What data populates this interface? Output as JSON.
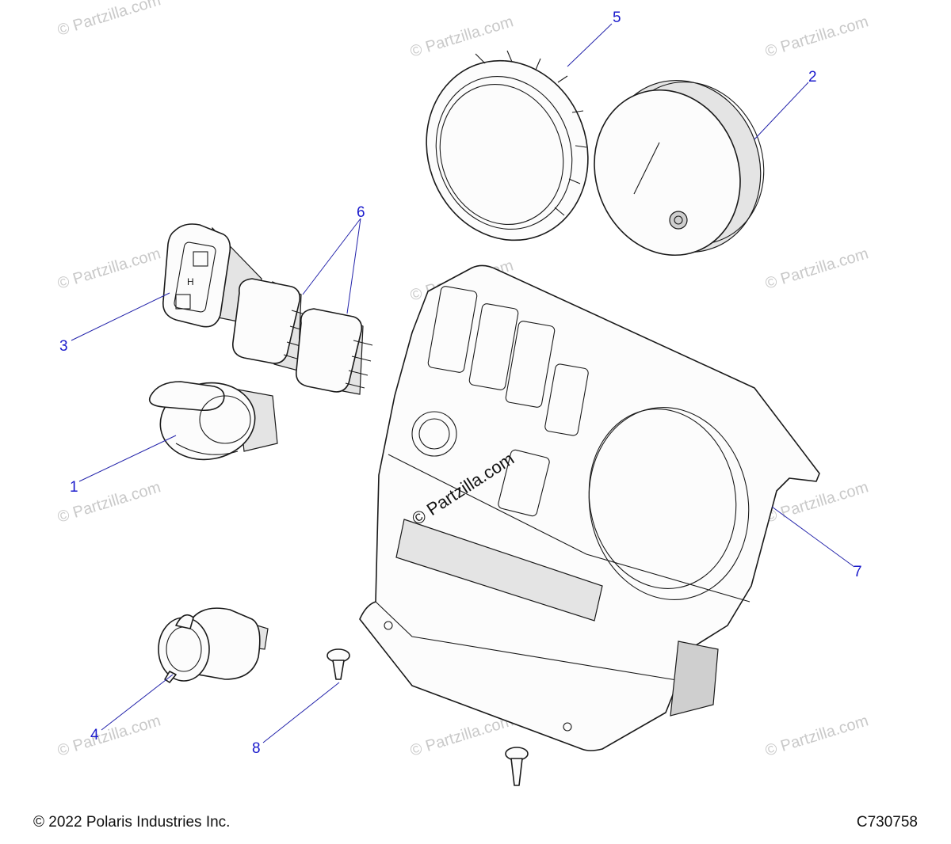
{
  "watermark": {
    "text": "© Partzilla.com"
  },
  "callouts": [
    {
      "id": "1",
      "label": "1"
    },
    {
      "id": "2",
      "label": "2"
    },
    {
      "id": "3",
      "label": "3"
    },
    {
      "id": "4",
      "label": "4"
    },
    {
      "id": "5",
      "label": "5"
    },
    {
      "id": "6",
      "label": "6"
    },
    {
      "id": "7",
      "label": "7"
    },
    {
      "id": "8",
      "label": "8"
    }
  ],
  "footer": {
    "copyright": "© 2022 Polaris Industries Inc.",
    "diagram_code": "C730758"
  }
}
